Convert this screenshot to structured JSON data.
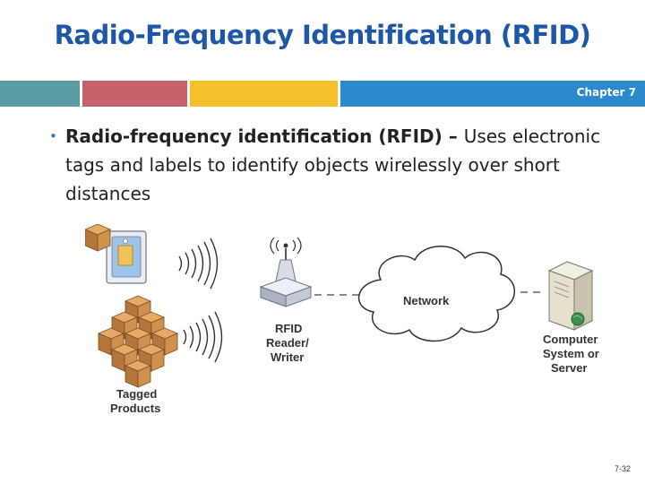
{
  "slide": {
    "title": "Radio-Frequency Identification (RFID)",
    "chapter": "Chapter 7",
    "bullet_term": "Radio-frequency identification (RFID) – ",
    "bullet_text": "Uses electronic tags and labels to identify objects wirelessly over short distances",
    "slide_number": "7-32"
  },
  "header_bar_colors": [
    "#5a9aa2",
    "#c5626a",
    "#f5c02c",
    "#2b89cc"
  ],
  "diagram": {
    "rfid_label_lines": [
      "RFID",
      "Reader/",
      "Writer"
    ],
    "network_label": "Network",
    "computer_label_lines": [
      "Computer",
      "System or",
      "Server"
    ],
    "tagged_label_lines": [
      "Tagged",
      "Products"
    ],
    "icons": [
      "card-tag-icon",
      "boxes-icon",
      "radio-waves-icon",
      "rfid-reader-icon",
      "cloud-network-icon",
      "server-tower-icon"
    ]
  }
}
